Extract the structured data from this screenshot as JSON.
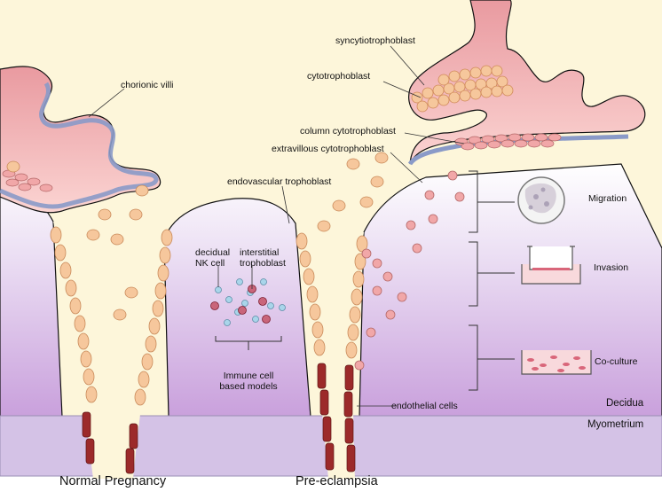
{
  "labels": {
    "chorionic_villi": "chorionic villi",
    "syncytiotrophoblast": "syncytiotrophoblast",
    "cytotrophoblast": "cytotrophoblast",
    "column_cytotrophoblast": "column cytotrophoblast",
    "extravillous_cytotrophoblast": "extravillous cytotrophoblast",
    "endovascular_trophoblast": "endovascular trophoblast",
    "decidual_nk_cell": [
      "decidual",
      "NK cell"
    ],
    "interstitial_trophoblast": [
      "interstitial",
      "trophoblast"
    ],
    "immune_models": [
      "Immune cell",
      "based models"
    ],
    "endothelial_cells": "endothelial cells",
    "migration": "Migration",
    "invasion": "Invasion",
    "co_culture": "Co-culture",
    "decidua": "Decidua",
    "myometrium": "Myometrium",
    "normal_pregnancy": "Normal Pregnancy",
    "pre_eclampsia": "Pre-eclampsia"
  },
  "colors": {
    "villus_fill": "#f3b3b6",
    "villus_outline": "#7a8fc4",
    "decidua_top": "#ffffff",
    "decidua_bottom": "#c9a2de",
    "myometrium": "#d4c2e6",
    "trophoblast": "#f6c79c",
    "endothelial": "#9c2a2a",
    "background": "#fdf6da"
  }
}
